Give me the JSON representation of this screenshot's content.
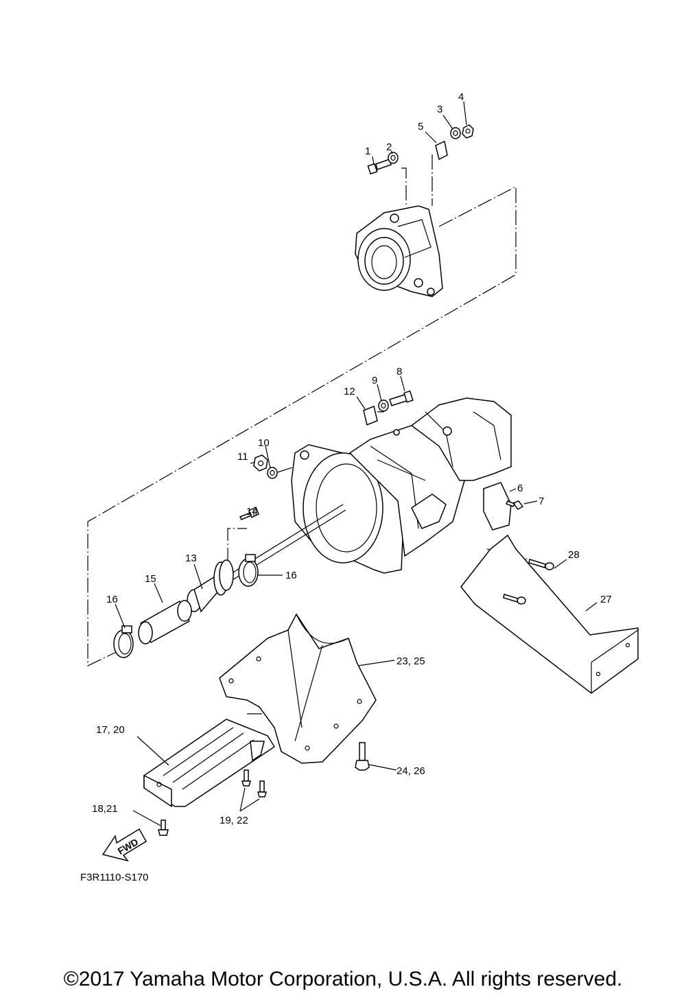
{
  "callouts": {
    "c1": "1",
    "c2": "2",
    "c3": "3",
    "c4": "4",
    "c5": "5",
    "c6": "6",
    "c7": "7",
    "c8": "8",
    "c9": "9",
    "c10": "10",
    "c11": "11",
    "c12": "12",
    "c13": "13",
    "c14": "14",
    "c15": "15",
    "c16a": "16",
    "c16b": "16",
    "c17_20": "17, 20",
    "c18_21": "18,21",
    "c19_22": "19, 22",
    "c23_25": "23, 25",
    "c24_26": "24, 26",
    "c27": "27",
    "c28": "28"
  },
  "fwd_label": "FWD",
  "diagram_code": "F3R1110-S170",
  "copyright": "©2017 Yamaha Motor Corporation, U.S.A. All rights reserved."
}
